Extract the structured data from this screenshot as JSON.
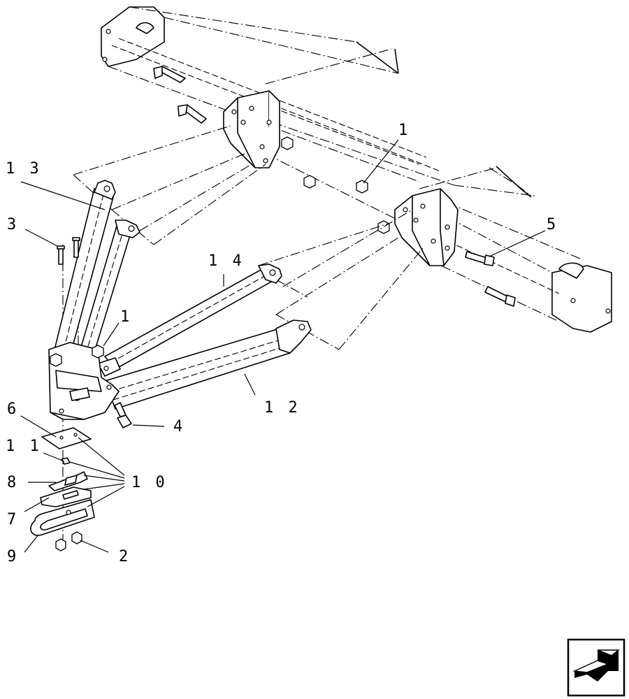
{
  "callouts": {
    "c1_top": "1",
    "c13": "1 3",
    "c3": "3",
    "c5": "5",
    "c14": "1 4",
    "c1_mid": "1",
    "c12": "1 2",
    "c4": "4",
    "c6": "6",
    "c11": "1 1",
    "c10": "1 0",
    "c8": "8",
    "c7": "7",
    "c9": "9",
    "c2": "2"
  },
  "icons": {
    "next_page": "next-page-arrow-icon"
  }
}
